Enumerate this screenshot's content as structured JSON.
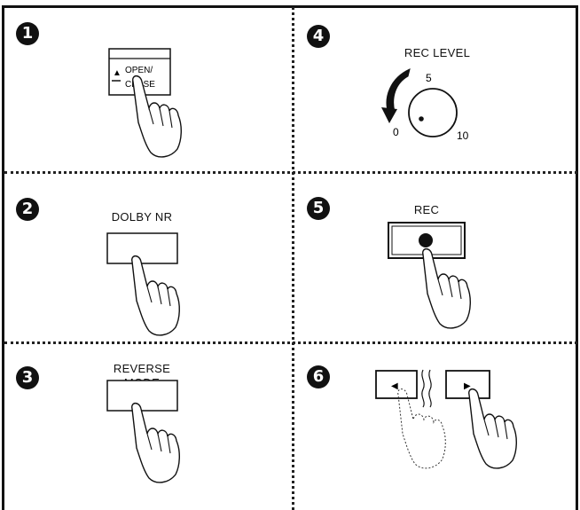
{
  "steps": [
    {
      "number": "1",
      "button_top": "▲",
      "button_line1": "OPEN/",
      "button_line2": "CLOSE"
    },
    {
      "number": "2",
      "label": "DOLBY NR"
    },
    {
      "number": "3",
      "label_line1": "REVERSE",
      "label_line2": "MODE"
    },
    {
      "number": "4",
      "label": "REC LEVEL",
      "dial_mark_5": "5",
      "dial_mark_0": "0",
      "dial_mark_10": "10"
    },
    {
      "number": "5",
      "label": "REC"
    },
    {
      "number": "6",
      "left_arrow": "◀",
      "right_arrow": "▶"
    }
  ]
}
